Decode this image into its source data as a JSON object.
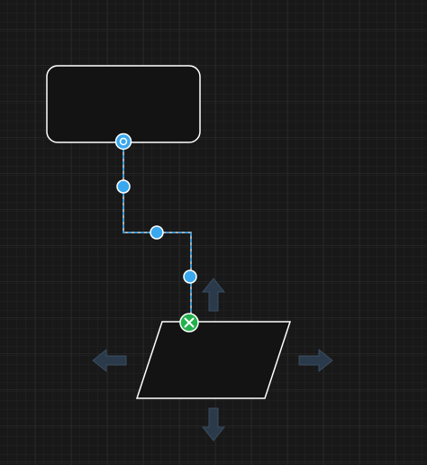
{
  "canvas": {
    "background": "#181818",
    "grid_minor_color": "#242424",
    "grid_major_color": "#303030"
  },
  "shapes": [
    {
      "id": "rounded-rectangle",
      "kind": "rounded-rectangle",
      "fill": "#131313",
      "stroke": "#ffffff"
    },
    {
      "id": "parallelogram",
      "kind": "parallelogram",
      "fill": "#131313",
      "stroke": "#ffffff",
      "selected_for_connection": true
    }
  ],
  "connector": {
    "style": "orthogonal-dashed",
    "color": "#29a3f0",
    "source_handle": "circle-ring",
    "target_handle": "x-mark",
    "target_handle_color": "#22b14c",
    "waypoint_handle_count": 3
  },
  "direction_arrows": {
    "color": "#2a3a4a",
    "directions": [
      "up",
      "down",
      "left",
      "right"
    ]
  }
}
